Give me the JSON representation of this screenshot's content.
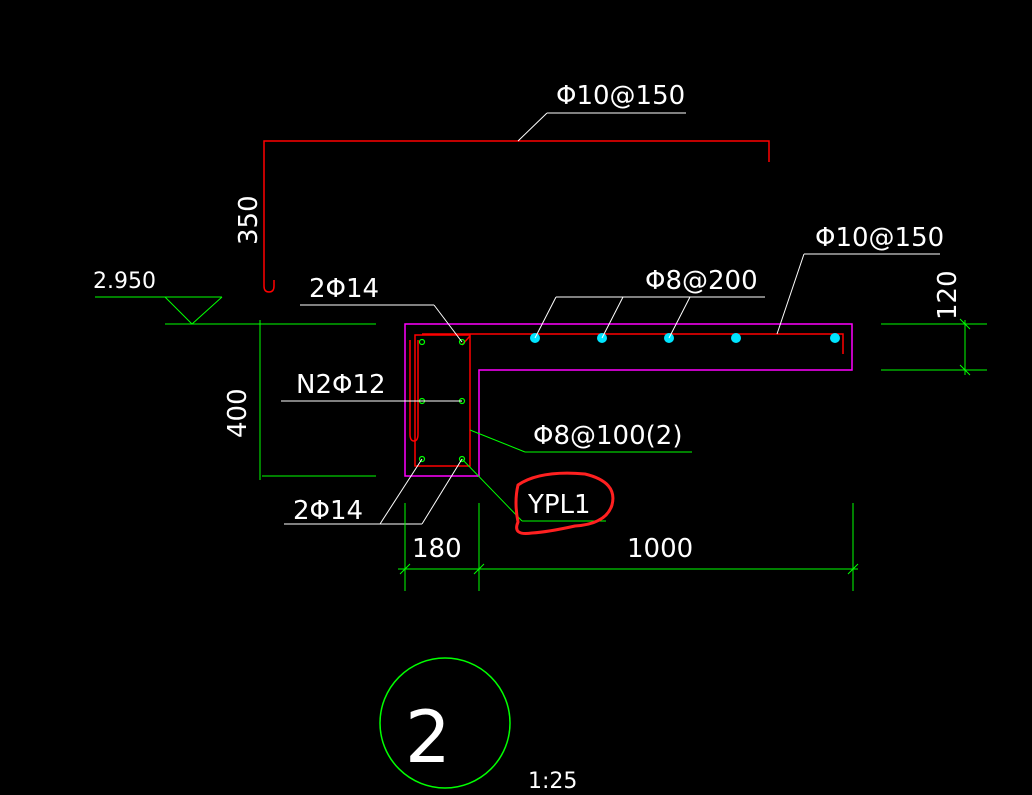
{
  "labels": {
    "top_rebar": "Φ10@150",
    "height_350": "350",
    "elevation": "2.950",
    "top_bars": "2Φ14",
    "dist_rebar": "Φ8@200",
    "slab_rebar": "Φ10@150",
    "slab_thickness": "120",
    "side_bars": "N2Φ12",
    "beam_height": "400",
    "stirrup": "Φ8@100(2)",
    "bottom_bars": "2Φ14",
    "beam_name": "YPL1",
    "beam_width": "180",
    "slab_length": "1000",
    "detail_number": "2",
    "scale": "1:25"
  },
  "colors": {
    "background": "#000000",
    "dimension": "#00ff00",
    "outline": "#ff00ff",
    "rebar": "#ff0000",
    "bar_dot": "#00e5ff",
    "text": "#ffffff",
    "markup": "#ff2020"
  }
}
